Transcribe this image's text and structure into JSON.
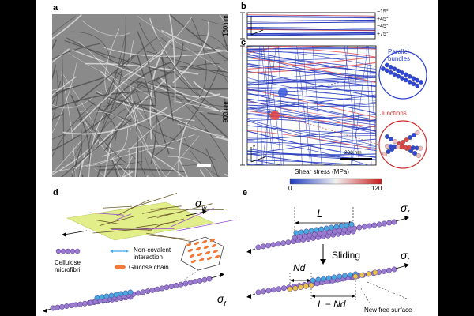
{
  "panels": {
    "a": {
      "label": "a"
    },
    "b": {
      "label": "b",
      "height_label": "160 nm",
      "angles": [
        "−15°",
        "+45°",
        "−45°",
        "+75°"
      ]
    },
    "c": {
      "label": "c",
      "height_label": "900 nm",
      "bundles_label": "Parallel\nbundles",
      "junctions_label": "Junctions",
      "scale_label": "200 nm",
      "axis_x": "x",
      "axis_y": "y",
      "colorbar_title": "Shear stress (MPa)",
      "colorbar_min": "0",
      "colorbar_max": "120"
    },
    "d": {
      "label": "d",
      "sigma_w": "σ",
      "sigma_w_sub": "w",
      "sigma_f": "σ",
      "sigma_f_sub": "f",
      "legend": {
        "microfibril": "Cellulose\nmicrofibril",
        "interaction": "Non-covalent\ninteraction",
        "glucose": "Glucose chain"
      }
    },
    "e": {
      "label": "e",
      "L": "L",
      "sigma_f": "σ",
      "sigma_f_sub": "f",
      "sliding": "Sliding",
      "Nd": "Nd",
      "L_minus_Nd": "L − Nd",
      "new_free_surface": "New free surface"
    }
  },
  "colors": {
    "background_bar": "#000000",
    "stress_low": "#2b3fbf",
    "stress_high": "#d92121",
    "leaf": "#e2ee8a",
    "microfibril": "#9b7bd0",
    "overlap": "#4aa7e0",
    "glucose": "#f07a3a",
    "free_surface": "#e8c24a"
  }
}
